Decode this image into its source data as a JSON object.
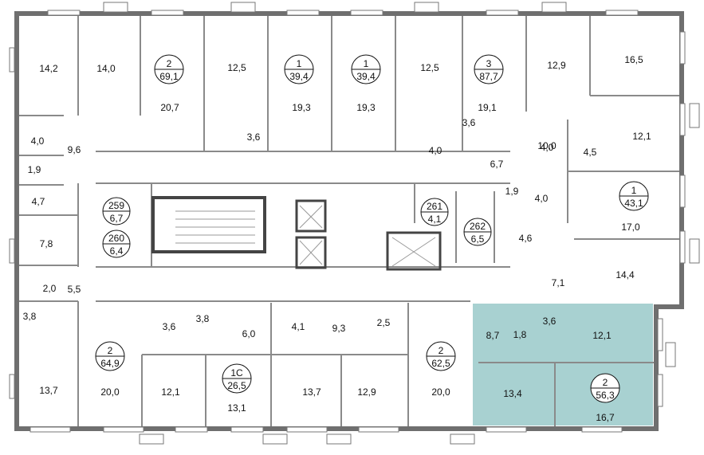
{
  "highlight_color": "#a8d1d1",
  "apartments": [
    {
      "id": "apt-top-1",
      "number": "2",
      "area": "69,1"
    },
    {
      "id": "apt-top-2",
      "number": "1",
      "area": "39,4"
    },
    {
      "id": "apt-top-3",
      "number": "1",
      "area": "39,4"
    },
    {
      "id": "apt-top-4",
      "number": "3",
      "area": "87,7"
    },
    {
      "id": "apt-right-1",
      "number": "1",
      "area": "43,1"
    },
    {
      "id": "apt-bottom-1",
      "number": "2",
      "area": "64,9"
    },
    {
      "id": "apt-bottom-2",
      "number": "1С",
      "area": "26,5"
    },
    {
      "id": "apt-bottom-3",
      "number": "2",
      "area": "62,5"
    },
    {
      "id": "apt-bottom-4",
      "number": "2",
      "area": "56,3"
    }
  ],
  "storage": [
    {
      "id": "st-259",
      "number": "259",
      "area": "6,7"
    },
    {
      "id": "st-260",
      "number": "260",
      "area": "6,4"
    },
    {
      "id": "st-261",
      "number": "261",
      "area": "4,1"
    },
    {
      "id": "st-262",
      "number": "262",
      "area": "6,5"
    }
  ],
  "rooms": [
    "14,2",
    "14,0",
    "20,7",
    "12,5",
    "19,3",
    "19,3",
    "12,5",
    "19,1",
    "12,9",
    "16,5",
    "12,1",
    "10,0",
    "4,5",
    "6,7",
    "4,0",
    "1,9",
    "4,0",
    "3,6",
    "4,0",
    "3,6",
    "9,6",
    "4,0",
    "1,9",
    "4,7",
    "7,8",
    "2,0",
    "5,5",
    "3,8",
    "17,0",
    "4,6",
    "14,4",
    "7,1",
    "8,7",
    "1,8",
    "3,6",
    "12,1",
    "13,4",
    "16,7",
    "9,3",
    "2,5",
    "20,0",
    "12,9",
    "13,7",
    "4,1",
    "6,0",
    "3,8",
    "3,6",
    "13,1",
    "12,1",
    "20,0",
    "13,7"
  ]
}
